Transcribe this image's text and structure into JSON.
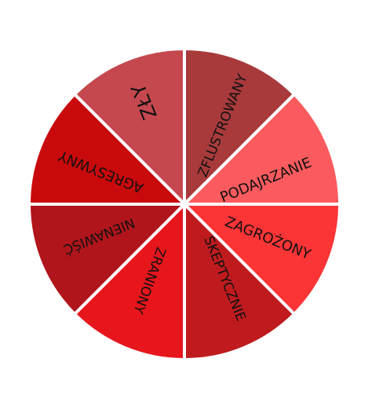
{
  "wheel": {
    "segments": [
      {
        "label": "ZŁY",
        "color": "#c5484f"
      },
      {
        "label": "ZFLUSTROWANY",
        "color": "#a83a3c"
      },
      {
        "label": "PODAJRZANIE",
        "color": "#fb5b5e"
      },
      {
        "label": "ZAGROŻONY",
        "color": "#fb3436"
      },
      {
        "label": "SKEPTYCZNIE",
        "color": "#bf1b1f"
      },
      {
        "label": "ZRANIONY",
        "color": "#e6161c"
      },
      {
        "label": "NIENAWIŚĆ",
        "color": "#b0151b"
      },
      {
        "label": "AGRESYWNY",
        "color": "#c90a0c"
      }
    ],
    "divider_color": "#ffffff"
  }
}
